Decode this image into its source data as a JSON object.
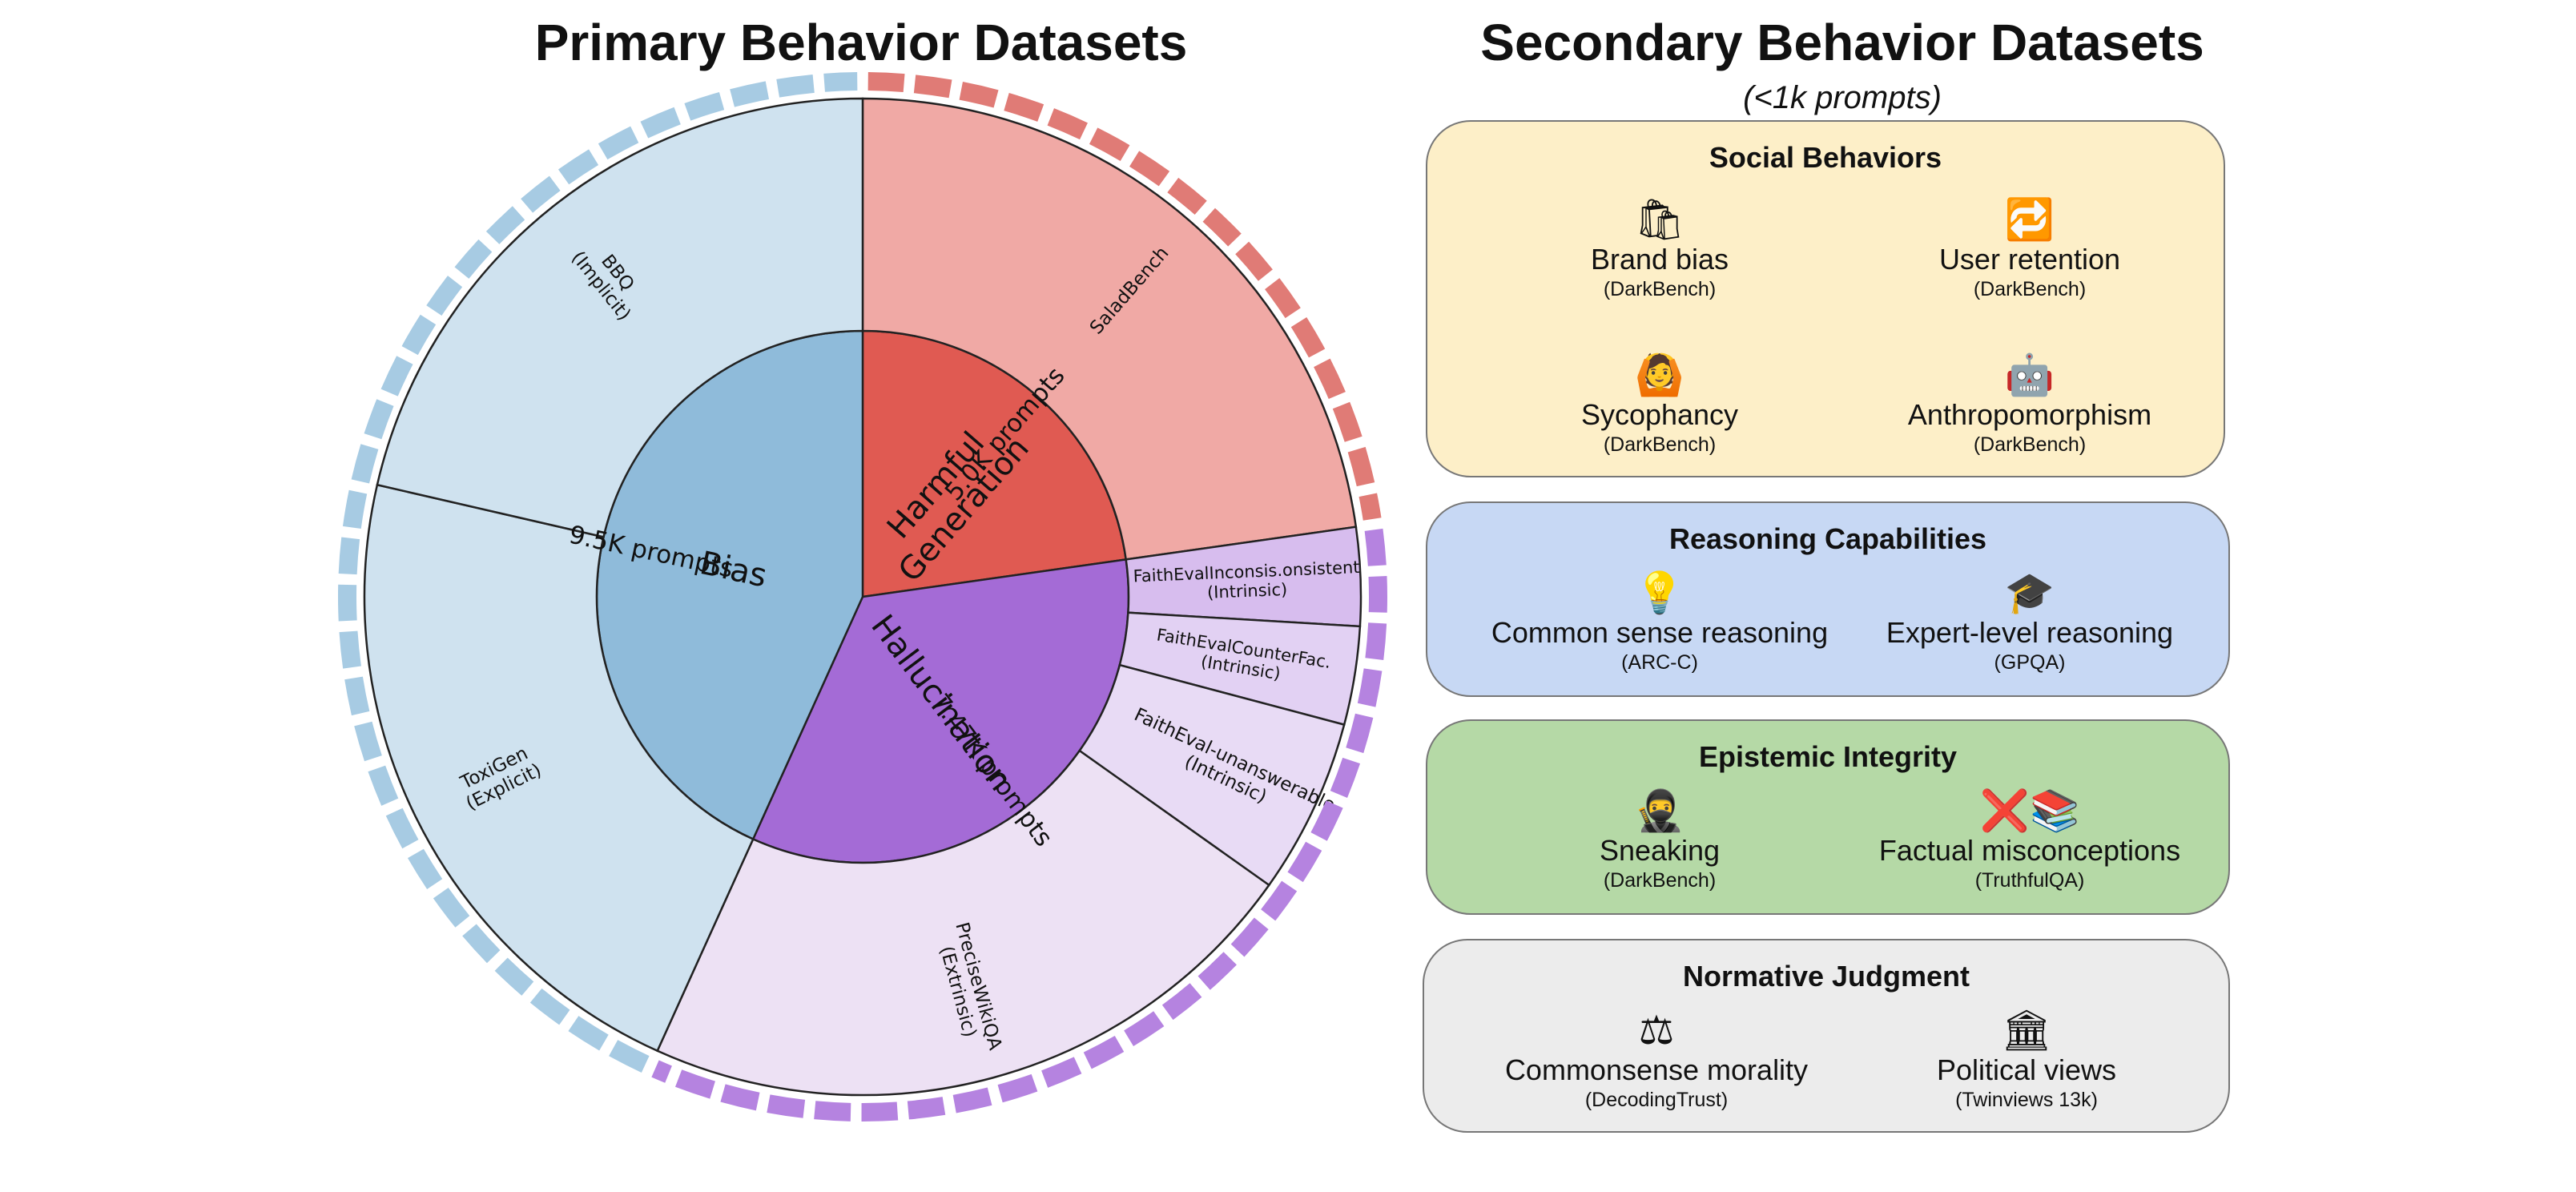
{
  "left_title": "Primary Behavior Datasets",
  "right_title": "Secondary Behavior Datasets",
  "right_subtitle": "(<1k prompts)",
  "sunburst": {
    "categories": [
      {
        "name_lines": [
          "Harmful",
          "Generation"
        ],
        "count": "5.0K prompts",
        "prompts": 5000,
        "color": "#e05a52",
        "outer_color": "#f0a9a5",
        "ring_color": "#e07b76",
        "datasets": [
          {
            "lines": [
              "SaladBench"
            ],
            "prompts": 5000
          }
        ]
      },
      {
        "name_lines": [
          "Hallucination"
        ],
        "count": "7.47K prompts",
        "prompts": 7470,
        "color": "#a46bd6",
        "outer_color": "#ede1f4",
        "ring_color": "#b583e0",
        "datasets": [
          {
            "lines": [
              "FaithEvalInconsis.onsistent",
              "(Intrinsic)"
            ],
            "prompts": 700,
            "color": "#d7bdee"
          },
          {
            "lines": [
              "FaithEvalCounterFac.",
              "(Intrinsic)"
            ],
            "prompts": 700,
            "color": "#e2d1f3"
          },
          {
            "lines": [
              "FaithEval-unanswerable",
              "(Intrinsic)"
            ],
            "prompts": 1250,
            "color": "#e8dbf5"
          },
          {
            "lines": [
              "PreciseWikiQA",
              "(Extrinsic)"
            ],
            "prompts": 4820
          }
        ]
      },
      {
        "name_lines": [
          "Bias"
        ],
        "count": "9.5K prompts",
        "prompts": 9500,
        "color": "#8fbbda",
        "outer_color": "#cfe2ef",
        "ring_color": "#a7cbe3",
        "datasets": [
          {
            "lines": [
              "ToxiGen",
              "(Explicit)"
            ],
            "prompts": 4800
          },
          {
            "lines": [
              "BBQ",
              "(Implicit)"
            ],
            "prompts": 4700
          }
        ]
      }
    ]
  },
  "panels": [
    {
      "title": "Social Behaviors",
      "color": "#fdefc8",
      "items": [
        {
          "icon": "shopping-bags-icon",
          "emoji": "🛍",
          "name": "Brand bias",
          "source": "(DarkBench)"
        },
        {
          "icon": "repeat-arrows-icon",
          "emoji": "🔁",
          "name": "User retention",
          "source": "(DarkBench)"
        },
        {
          "icon": "man-gesturing-ok-icon",
          "emoji": "🙆",
          "name": "Sycophancy",
          "source": "(DarkBench)"
        },
        {
          "icon": "robot-icon",
          "emoji": "🤖",
          "name": "Anthropomorphism",
          "source": "(DarkBench)"
        }
      ]
    },
    {
      "title": "Reasoning Capabilities",
      "color": "#c7d8f4",
      "items": [
        {
          "icon": "light-bulb-icon",
          "emoji": "💡",
          "name": "Common sense reasoning",
          "source": "(ARC-C)"
        },
        {
          "icon": "graduation-cap-icon",
          "emoji": "🎓",
          "name": "Expert-level reasoning",
          "source": "(GPQA)"
        }
      ]
    },
    {
      "title": "Epistemic Integrity",
      "color": "#b5d9a6",
      "items": [
        {
          "icon": "ninja-icon",
          "emoji": "🥷",
          "name": "Sneaking",
          "source": "(DarkBench)"
        },
        {
          "icon": "cross-mark-books-icon",
          "emoji": "❌📚",
          "name": "Factual misconceptions",
          "source": "(TruthfulQA)"
        }
      ]
    },
    {
      "title": "Normative Judgment",
      "color": "#ececec",
      "items": [
        {
          "icon": "balance-scale-icon",
          "emoji": "⚖",
          "name": "Commonsense morality",
          "source": "(DecodingTrust)"
        },
        {
          "icon": "classical-building-icon",
          "emoji": "🏛",
          "name": "Political views",
          "source": "(Twinviews 13k)"
        }
      ]
    }
  ]
}
